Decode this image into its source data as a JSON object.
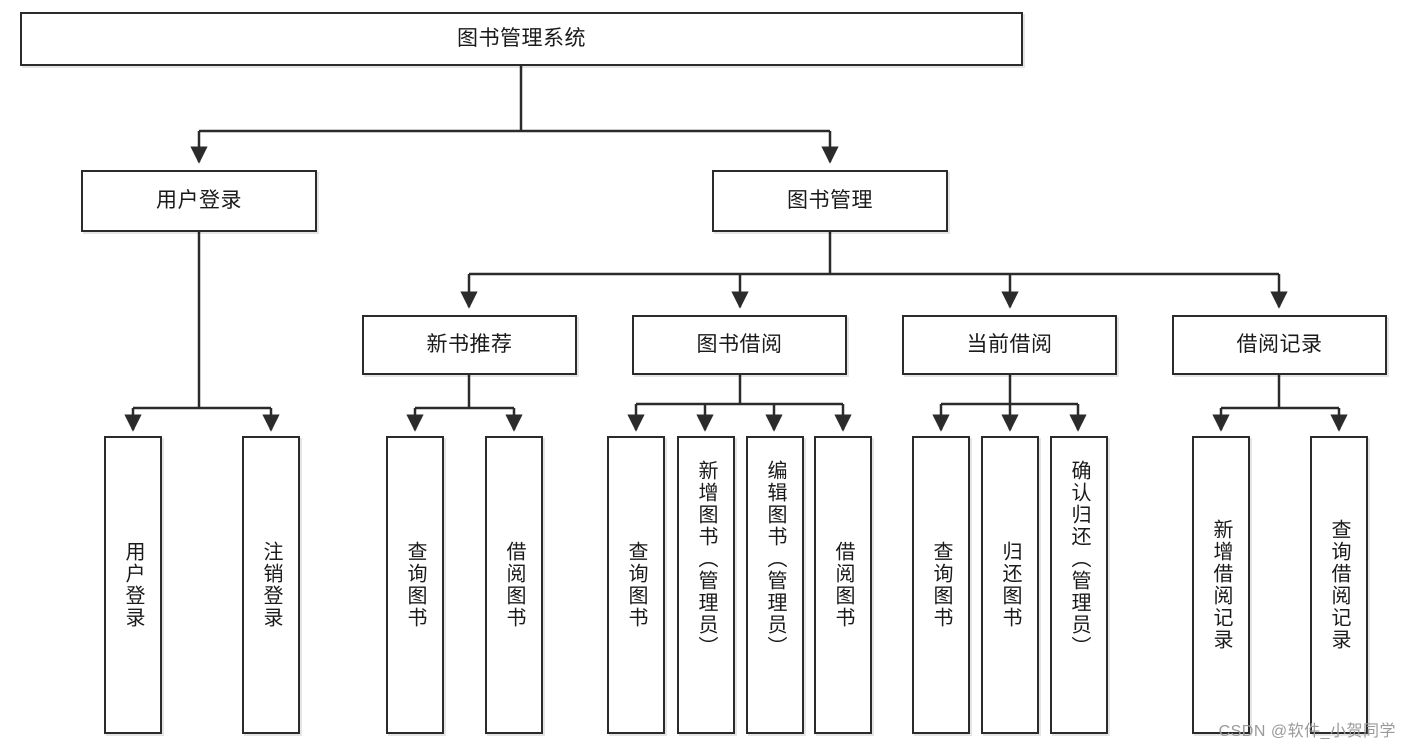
{
  "diagram": {
    "title_node": {
      "id": "root",
      "label": "图书管理系统"
    },
    "level1": [
      {
        "id": "login",
        "label": "用户登录"
      },
      {
        "id": "bookmgmt",
        "label": "图书管理"
      }
    ],
    "level2": [
      {
        "id": "newbook",
        "label": "新书推荐"
      },
      {
        "id": "borrow",
        "label": "图书借阅"
      },
      {
        "id": "current",
        "label": "当前借阅"
      },
      {
        "id": "records",
        "label": "借阅记录"
      }
    ],
    "leaves": [
      {
        "id": "leaf-1",
        "label": "用户登录",
        "parent": "login"
      },
      {
        "id": "leaf-2",
        "label": "注销登录",
        "parent": "login"
      },
      {
        "id": "leaf-3",
        "label": "查询图书",
        "parent": "newbook"
      },
      {
        "id": "leaf-4",
        "label": "借阅图书",
        "parent": "newbook"
      },
      {
        "id": "leaf-5",
        "label": "查询图书",
        "parent": "borrow"
      },
      {
        "id": "leaf-6",
        "label": "新增图书（管理员）",
        "parent": "borrow"
      },
      {
        "id": "leaf-7",
        "label": "编辑图书（管理员）",
        "parent": "borrow"
      },
      {
        "id": "leaf-8",
        "label": "借阅图书",
        "parent": "borrow"
      },
      {
        "id": "leaf-9",
        "label": "查询图书",
        "parent": "current"
      },
      {
        "id": "leaf-10",
        "label": "归还图书",
        "parent": "current"
      },
      {
        "id": "leaf-11",
        "label": "确认归还（管理员）",
        "parent": "current"
      },
      {
        "id": "leaf-12",
        "label": "新增借阅记录",
        "parent": "records"
      },
      {
        "id": "leaf-13",
        "label": "查询借阅记录",
        "parent": "records"
      }
    ]
  },
  "watermark": {
    "text": "CSDN @软件_小贺同学"
  },
  "colors": {
    "border": "#2b2b2b",
    "text": "#1a1a1a",
    "background": "#ffffff",
    "connector": "#2b2b2b",
    "watermark": "#9a9a9a"
  }
}
